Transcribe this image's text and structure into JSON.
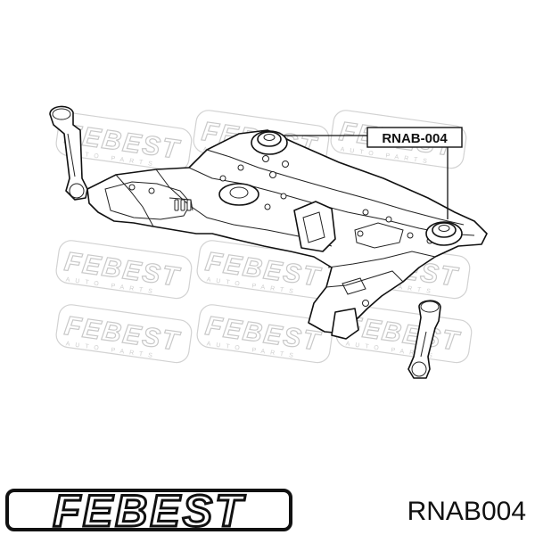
{
  "watermark": {
    "brand": "FEBEST",
    "sub": "AUTO PARTS"
  },
  "callout": {
    "label": "RNAB-004"
  },
  "footer": {
    "brand": "FEBEST",
    "part_code": "RNAB004"
  }
}
